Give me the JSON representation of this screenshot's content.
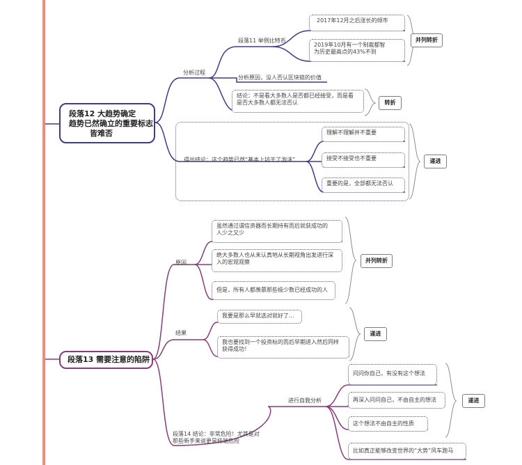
{
  "colors": {
    "sidebar_bar": "#f08a7a",
    "branch_blue": "#3d3c8a",
    "branch_purple": "#8a3a7a",
    "node_border": "#5a5a8a"
  },
  "nodes": {
    "p12": {
      "line1": "段落12 大趋势确定",
      "line2": "趋势已然确立的重要标志",
      "line3": "皆难否"
    },
    "analysis": "分析过程",
    "para11": "段落11 举例比特币",
    "btc1": "2017年12月之后涨长的倾巿",
    "btc2_l1": "2019年10月有一个制裁都智",
    "btc2_l2": "为历史最高点的43%不到",
    "tag_parallel1": "并列转折",
    "analyze_reason": "分析原因，没人否认区块链的价值",
    "conclusion_l1": "结论：不是看大多数人是否都已经接受，而是看",
    "conclusion_l2": "是否大多数人都无法否认",
    "tag_turn": "转折",
    "derive": "得出结论：这个趋势已然“基本上坑干了泡沫”",
    "d1": "理解不理解并不重要",
    "d2": "接受不接受也不重要",
    "d3": "重要的是，全部都无法否认",
    "tag_prog1": "递进",
    "p13": "段落13 需要注意的陷阱",
    "reason": "原因",
    "r1_l1": "虽然通过谓信资器而长期持有而后就获成功的",
    "r1_l2": "人少之又少",
    "r2_l1": "绝大多数人也从未认真地从长期视角出发进行深",
    "r2_l2": "入的宏观观察",
    "r3": "但是，所有人都羡慕那些极少数已经成功的人",
    "tag_parallel2": "并列转折",
    "result": "结果",
    "res1": "我要是那么早就选对就好了...",
    "res2_l1": "我也要找到一个投资标的而后早期进入然后同样",
    "res2_l2": "获得成功！",
    "tag_prog2": "递进",
    "self_analysis": "进行自我分析",
    "s1": "问问你自己，有没有这个想法",
    "s2": "再深入问问自己，不由自主的想法",
    "s3": "这个想法不由自主的性质",
    "tag_prog3": "递进",
    "p14_l1": "段落14 结论：非常危险！尤其是对",
    "p14_l2": "那些新手来说更是极端危险",
    "extra": "比如真正能够改变世界的“大势”风车跑马"
  }
}
